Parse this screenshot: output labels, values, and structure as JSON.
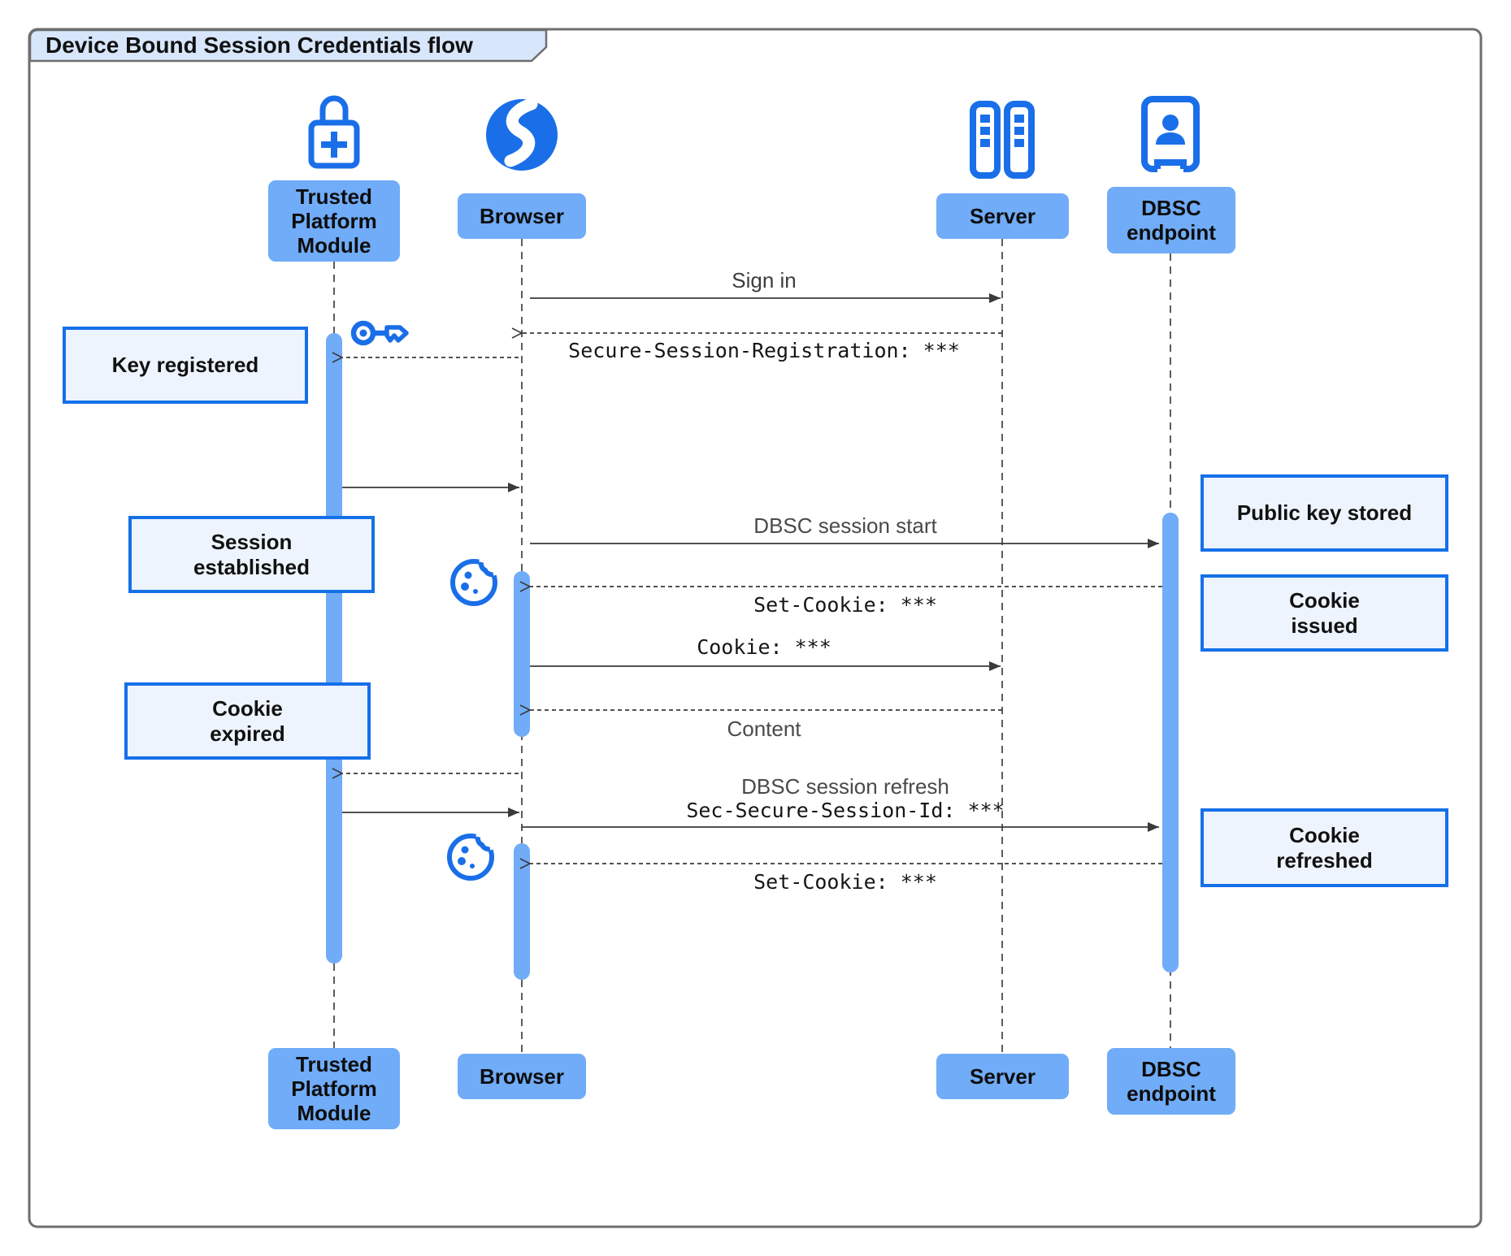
{
  "title": "Device Bound Session Credentials flow",
  "actors": [
    {
      "id": "tpm",
      "label": "Trusted Platform Module",
      "icon": "lock-plus-icon"
    },
    {
      "id": "browser",
      "label": "Browser",
      "icon": "globe-icon"
    },
    {
      "id": "server",
      "label": "Server",
      "icon": "server-racks-icon"
    },
    {
      "id": "dbsc",
      "label": "DBSC endpoint",
      "icon": "doorway-person-icon"
    }
  ],
  "messages": {
    "sign_in": "Sign in",
    "secure_session_registration": "Secure-Session-Registration: ***",
    "dbsc_session_start": "DBSC session start",
    "set_cookie_1": "Set-Cookie: ***",
    "cookie": "Cookie: ***",
    "content": "Content",
    "dbsc_session_refresh": "DBSC session refresh",
    "sec_secure_session_id": "Sec-Secure-Session-Id: ***",
    "set_cookie_2": "Set-Cookie: ***"
  },
  "notes": {
    "key_registered": "Key registered",
    "session_established": "Session established",
    "cookie_expired": "Cookie expired",
    "public_key_stored": "Public key stored",
    "cookie_issued": "Cookie issued",
    "cookie_refreshed": "Cookie refreshed"
  },
  "colors": {
    "icon_blue": "#1a6fe8",
    "actor_fill": "#70acf8",
    "activation_fill": "#70acf8",
    "note_fill": "#edf4fd",
    "note_border": "#1570e8",
    "title_fill": "#d7e6fb",
    "frame_border": "#6e6e6e",
    "arrow": "#3a3a3a"
  }
}
